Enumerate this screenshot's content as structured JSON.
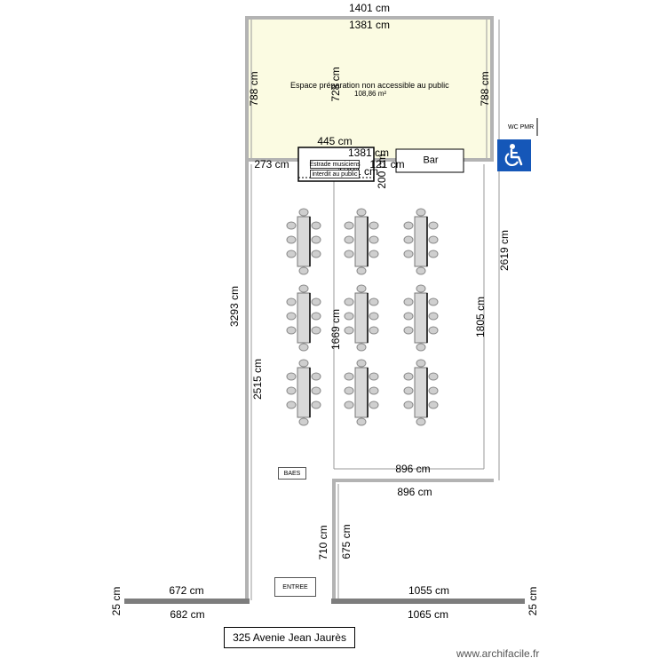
{
  "rooms": {
    "storage": {
      "name": "Espace préparation non accessible au public",
      "area": "108,86 m²"
    }
  },
  "dimensions": {
    "top_total": "1401 cm",
    "top_inner": "1381 cm",
    "storage_left": "788 cm",
    "storage_mid": "728 cm",
    "storage_right": "788 cm",
    "stage_width": "445 cm",
    "mid_1381": "1381 cm",
    "stage_121": "121 cm",
    "stage_depth": "200 cm",
    "stage_1381b": "1381 cm",
    "left_273": "273 cm",
    "right_outer": "2619 cm",
    "left_outer": "3293 cm",
    "left_inner": "2515 cm",
    "center_1669": "1669 cm",
    "right_inner": "1805 cm",
    "notch_top": "896 cm",
    "notch_bottom": "896 cm",
    "corridor_left": "710 cm",
    "corridor_right": "675 cm",
    "bottom_left_top": "672 cm",
    "bottom_left_bottom": "682 cm",
    "bottom_right_top": "1055 cm",
    "bottom_right_bottom": "1065 cm",
    "wall_left": "25 cm",
    "wall_right": "25 cm"
  },
  "labels": {
    "stage": "Estrade musiciens",
    "stage_forbidden": "interdit au public",
    "bar": "Bar",
    "wc": "WC PMR",
    "baes": "BAES",
    "entree": "ENTREE",
    "address": "325 Avenie Jean Jaurès",
    "brand": "www.archifacile.fr"
  },
  "icons": {
    "accessibility": "wheelchair-icon"
  },
  "colors": {
    "storage_fill": "#fbfbe2",
    "wall": "#b3b3b3",
    "bottom_wall": "#7d7d7d",
    "pmr": "#1557b8",
    "table": "#d9d9d9"
  },
  "tables": {
    "rows": 3,
    "cols": 3,
    "chairs_per_side": 3
  }
}
